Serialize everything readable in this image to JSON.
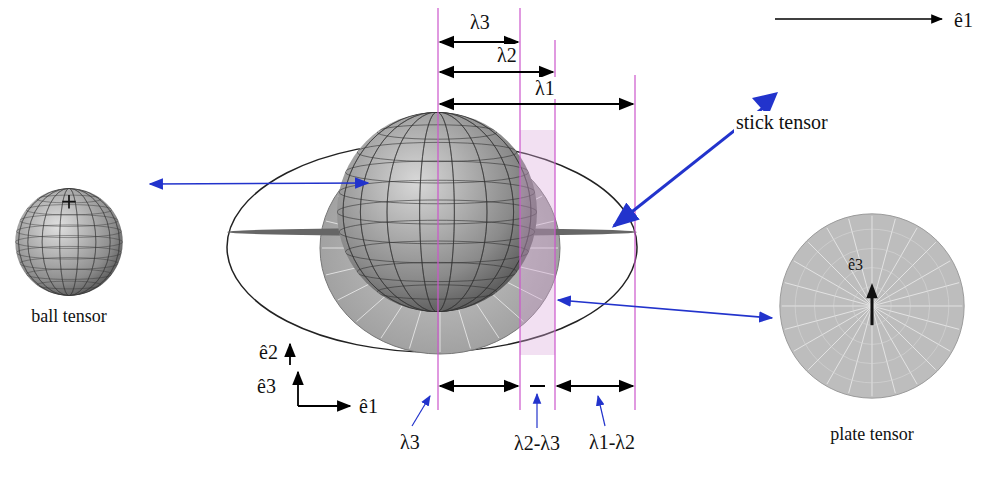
{
  "diagram": {
    "nodes": [
      {
        "text": [
          "ball tensor"
        ]
      },
      {
        "text": [
          "ê3",
          "plate tensor"
        ]
      }
    ],
    "labels": [
      "ê1",
      "stick tensor",
      "λ3",
      "λ2",
      "λ1",
      "ê2",
      "ê3",
      "ê1",
      "λ3",
      "λ2-λ3",
      "λ1-λ2"
    ]
  }
}
